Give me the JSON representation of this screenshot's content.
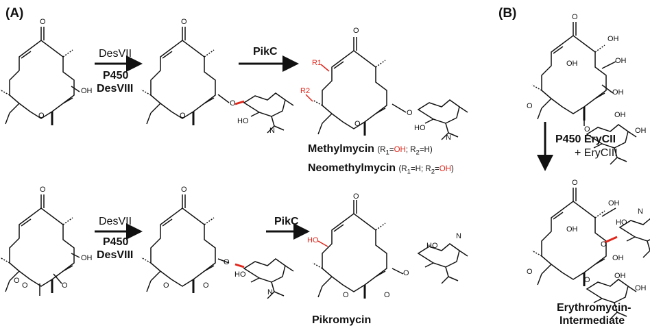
{
  "panels": {
    "a": "(A)",
    "b": "(B)"
  },
  "reagents": {
    "desvii": "DesVII",
    "p450": "P450",
    "desviii": "DesVIII",
    "pikc": "PikC",
    "erycii": "P450 EryCII",
    "eryciii": "+ EryCIII"
  },
  "products": {
    "methylmycin": {
      "name": "Methylmycin",
      "cond_pre": "(R",
      "cond_sub1": "1",
      "cond_eq1": "=",
      "cond_val1": "OH",
      "cond_mid": "; R",
      "cond_sub2": "2",
      "cond_eq2": "=H)"
    },
    "neomethylmycin": {
      "name": "Neomethylmycin",
      "cond_pre": "(R",
      "cond_sub1": "1",
      "cond_mid": "=H; R",
      "cond_sub2": "2",
      "cond_eq2": "=",
      "cond_val2": "OH",
      "cond_end": ")"
    },
    "pikromycin": "Pikromycin",
    "ery_line1": "Erythromycin-",
    "ery_line2": "Intermediate"
  },
  "atoms": {
    "o": "O",
    "oh": "OH",
    "ho": "HO",
    "n": "N",
    "r1": "R1",
    "r2": "R2"
  },
  "colors": {
    "highlight": "#e0261b",
    "ink": "#111111"
  }
}
